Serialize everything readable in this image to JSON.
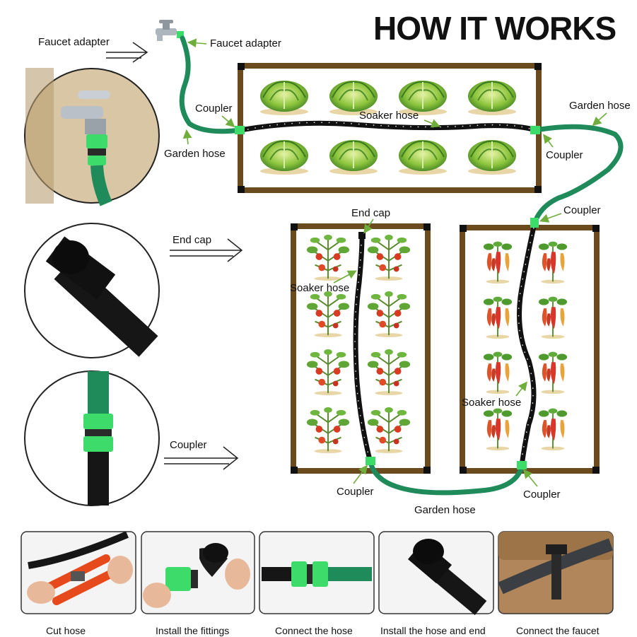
{
  "title": "HOW IT WORKS",
  "colors": {
    "hose_green": "#1f8a5a",
    "soaker_black": "#111111",
    "fitting_green": "#3ddc6a",
    "bed_brown": "#6b4a1e",
    "arrow_green": "#6fae3c"
  },
  "labels": {
    "faucet_adapter_left": "Faucet adapter",
    "faucet_adapter_top": "Faucet adapter",
    "coupler_1": "Coupler",
    "garden_hose_1": "Garden hose",
    "soaker_hose_1": "Soaker hose",
    "garden_hose_2": "Garden hose",
    "coupler_2": "Coupler",
    "coupler_3": "Coupler",
    "end_cap_top": "End cap",
    "end_cap_left": "End cap",
    "soaker_hose_2": "Soaker hose",
    "soaker_hose_3": "Soaker hose",
    "coupler_left": "Coupler",
    "coupler_4": "Coupler",
    "coupler_5": "Coupler",
    "garden_hose_3": "Garden hose"
  },
  "steps": [
    {
      "label": "Cut hose",
      "icon": "scissors-icon"
    },
    {
      "label": "Install the fittings",
      "icon": "fitting-icon"
    },
    {
      "label": "Connect the hose",
      "icon": "coupler-icon"
    },
    {
      "label": "Install the hose and end",
      "icon": "end-cap-icon"
    },
    {
      "label": "Connect the faucet",
      "icon": "stake-icon"
    }
  ]
}
